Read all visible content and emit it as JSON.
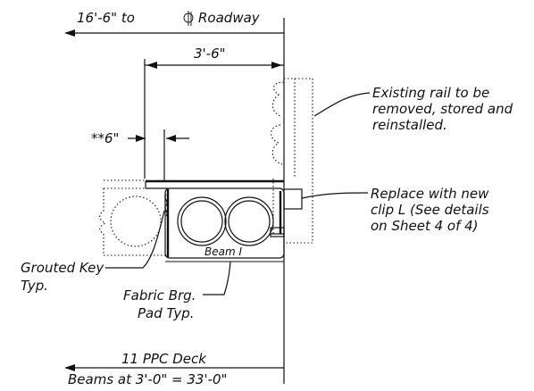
{
  "dimensions": {
    "to_roadway": "16'-6\" to",
    "roadway": "Roadway",
    "rail_width": "3'-6\"",
    "offset": "**6\"",
    "deck_count": "11 PPC Deck",
    "beam_spacing": "Beams at 3'-0\" = 33'-0\""
  },
  "callouts": {
    "existing_rail": [
      "Existing rail to be",
      "removed, stored and",
      "reinstalled."
    ],
    "clip": [
      "Replace with new",
      "clip L (See details",
      "on Sheet 4 of 4)"
    ],
    "grouted_key": [
      "Grouted Key",
      "Typ."
    ],
    "fabric_pad": [
      "Fabric Brg.",
      "Pad Typ."
    ]
  },
  "labels": {
    "beam": "Beam I"
  }
}
